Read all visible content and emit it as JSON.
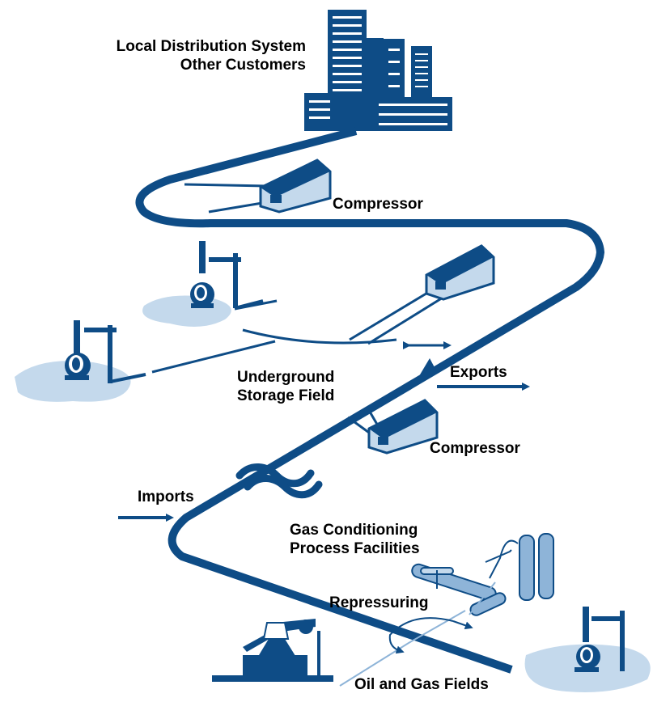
{
  "labels": {
    "local_distribution_line1": "Local Distribution System",
    "local_distribution_line2": "Other Customers",
    "compressor_top": "Compressor",
    "underground_storage_line1": "Underground",
    "underground_storage_line2": "Storage Field",
    "exports": "Exports",
    "compressor_middle": "Compressor",
    "imports": "Imports",
    "gas_conditioning_line1": "Gas Conditioning",
    "gas_conditioning_line2": "Process Facilities",
    "repressuring": "Repressuring",
    "oil_gas_fields": "Oil and Gas Fields"
  },
  "colors": {
    "pipeline": "#0e4c86",
    "light_blue": "#c4d9ec",
    "mid_blue": "#8eb4d8",
    "text": "#000000"
  }
}
